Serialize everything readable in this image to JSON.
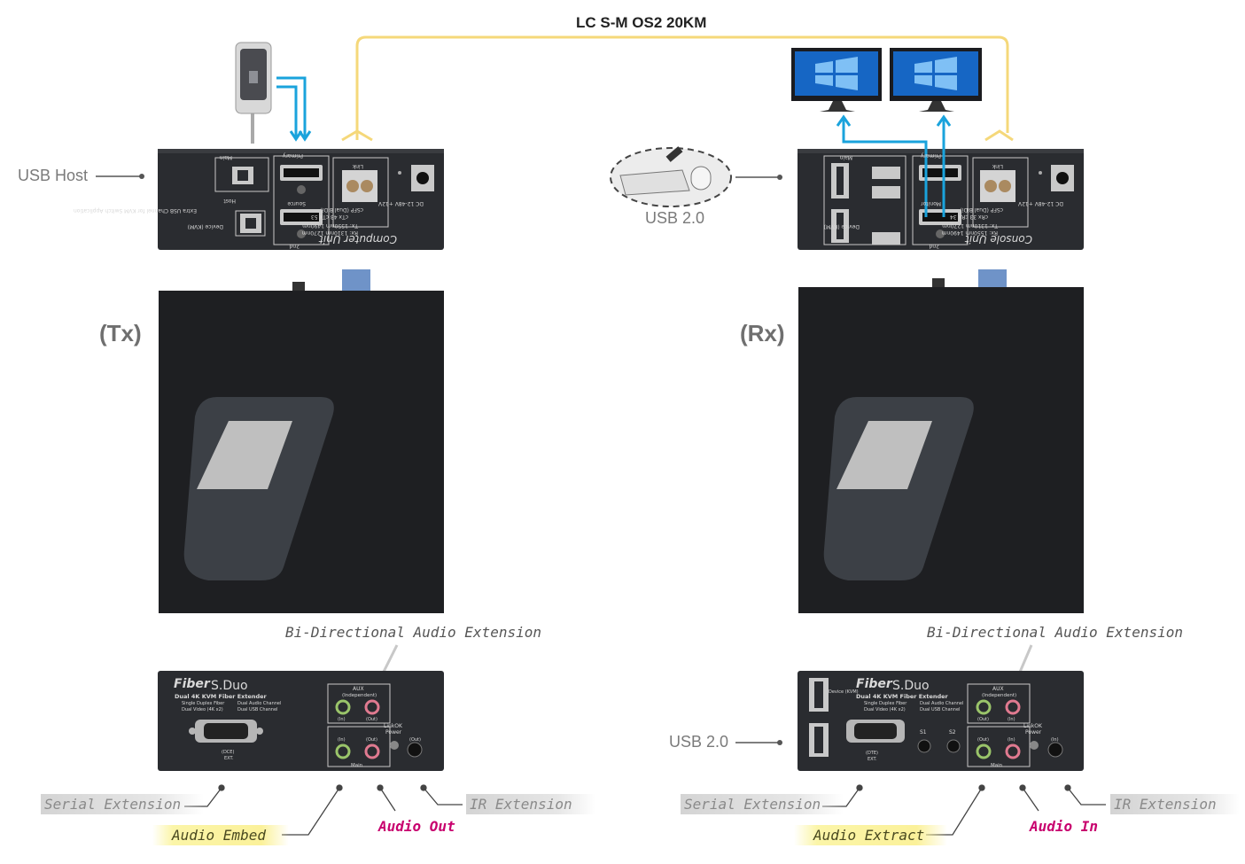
{
  "top_cable_label": "LC S-M OS2  20KM",
  "labels": {
    "usb_host": "USB Host",
    "usb20_top": "USB 2.0",
    "usb20_bottom": "USB 2.0",
    "tx": "(Tx)",
    "rx": "(Rx)",
    "bidir_left": "Bi-Directional Audio Extension",
    "bidir_right": "Bi-Directional Audio Extension"
  },
  "tx_callouts": {
    "serial": "Serial Extension",
    "audio_embed": "Audio Embed",
    "audio_out": "Audio Out",
    "ir": "IR Extension"
  },
  "rx_callouts": {
    "serial": "Serial Extension",
    "audio_extract": "Audio Extract",
    "audio_in": "Audio In",
    "ir": "IR Extension"
  },
  "tx_top_panel": {
    "unit_name": "Computer Unit",
    "main": "Main",
    "primary": "Primary",
    "second": "2nd",
    "host": "Host",
    "device_kvm": "Device (KVM)",
    "source": "Source",
    "link": "Link",
    "sfp": "cSFP (Dual BiDi)",
    "ctx": "cTx 43  cTx 53",
    "tx_wl": "Tx: 1550nm 1490nm",
    "rx_wl": "Rx: 1310nm 1270nm",
    "power": "DC 12-48V +12V",
    "extra_usb": "Extra USB Channel for KVM Switch Application"
  },
  "rx_top_panel": {
    "unit_name": "Console Unit",
    "main": "Main",
    "primary": "Primary",
    "second": "2nd",
    "monitor": "Monitor",
    "device_kvm": "Device (KVM)",
    "link": "Link",
    "sfp": "cSFP (Dual BiDi)",
    "ctx": "cRx 33  cRx 34",
    "tx_wl": "Tx: 1310nm 1270nm",
    "rx_wl": "Rx: 1550nm 1490nm",
    "power": "DC 12-48V +12V"
  },
  "tx_front_panel": {
    "brand_1": "Fiber",
    "brand_2": "S.Duo",
    "subtitle": "Dual 4K KVM Fiber Extender",
    "feat_1": "Single Duplex Fiber",
    "feat_2": "Dual Audio Channel",
    "feat_3": "Dual Video (4K x2)",
    "feat_4": "Dual USB Channel",
    "aux": "AUX",
    "independent": "(Independent)",
    "in": "(In)",
    "out": "(Out)",
    "link_ok": "LinkOK",
    "power": "Power",
    "main": "Main",
    "in2": "(In)",
    "out2": "(Out)",
    "ir_out": "(Out)",
    "serial_port": "(DCE)",
    "ext": "EXT."
  },
  "rx_front_panel": {
    "brand_1": "Fiber",
    "brand_2": "S.Duo",
    "subtitle": "Dual 4K KVM Fiber Extender",
    "feat_1": "Single Duplex Fiber",
    "feat_2": "Dual Audio Channel",
    "feat_3": "Dual Video (4K x2)",
    "feat_4": "Dual USB Channel",
    "device_kvm": "Device (KVM)",
    "aux": "AUX",
    "independent": "(Independent)",
    "out": "(Out)",
    "in": "(In)",
    "link_ok": "LinkOK",
    "power": "Power",
    "main": "Main",
    "out2": "(Out)",
    "in2": "(In)",
    "ir_in": "(In)",
    "serial_port": "(DTE)",
    "ext": "EXT.",
    "s1": "S1",
    "s2": "S2"
  },
  "colors": {
    "fiber": "#f5d87a",
    "usb_arrow": "#1aa3dc",
    "device": "#2a2c30",
    "device_top": "#1e1f22",
    "callout_magenta": "#c8006e"
  }
}
